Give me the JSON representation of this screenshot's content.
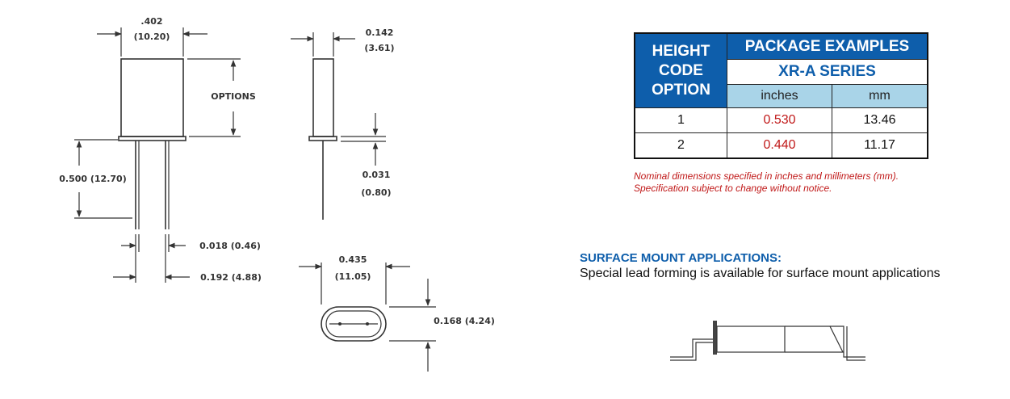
{
  "dimensions": {
    "width_in": ".402",
    "width_mm": "(10.20)",
    "thickness_in": "0.142",
    "thickness_mm": "(3.61)",
    "options": "OPTIONS",
    "lead_length": "0.500 (12.70)",
    "standoff_in": "0.031",
    "standoff_mm": "(0.80)",
    "lead_dia": "0.018 (0.46)",
    "lead_spacing": "0.192 (4.88)",
    "bottom_len_in": "0.435",
    "bottom_len_mm": "(11.05)",
    "bottom_width": "0.168 (4.24)"
  },
  "table": {
    "header_left": [
      "HEIGHT",
      "CODE",
      "OPTION"
    ],
    "header_right": "PACKAGE EXAMPLES",
    "series": "XR-A SERIES",
    "unit_inches": "inches",
    "unit_mm": "mm",
    "rows": [
      {
        "code": "1",
        "inches": "0.530",
        "mm": "13.46"
      },
      {
        "code": "2",
        "inches": "0.440",
        "mm": "11.17"
      }
    ]
  },
  "notes": {
    "line1": "Nominal dimensions specified in inches and millimeters (mm).",
    "line2": "Specification subject to change without notice."
  },
  "surface_mount": {
    "title": "SURFACE MOUNT APPLICATIONS:",
    "description": "Special lead forming is available for surface mount applications"
  },
  "colors": {
    "header_blue": "#0e5eab",
    "unit_row": "#a9d4e8",
    "value_red": "#c01818"
  }
}
